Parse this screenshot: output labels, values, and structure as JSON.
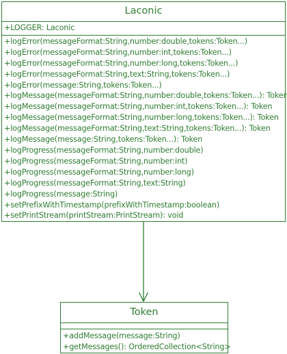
{
  "classes": {
    "laconic": {
      "name": "Laconic",
      "attributes": [
        "+LOGGER: Laconic"
      ],
      "operations": [
        "+logError(messageFormat:String,number:double,tokens:Token...)",
        "+logError(messageFormat:String,number:int,tokens:Token...)",
        "+logError(messageFormat:String,number:long,tokens:Token...)",
        "+logError(messageFormat:String,text:String,tokens:Token...)",
        "+logError(message:String,tokens:Token...)",
        "+logMessage(messageFormat:String,number:double,tokens:Token...): Token",
        "+logMessage(messageFormat:String,number:int,tokens:Token...): Token",
        "+logMessage(messageFormat:String,number:long,tokens:Token...): Token",
        "+logMessage(messageFormat:String,text:String,tokens:Token...): Token",
        "+logMessage(message:String,tokens:Token...): Token",
        "+logProgress(messageFormat:String,number:double)",
        "+logProgress(messageFormat:String,number:int)",
        "+logProgress(messageFormat:String,number:long)",
        "+logProgress(messageFormat:String,text:String)",
        "+logProgress(message:String)",
        "+setPrefixWithTimestamp(prefixWithTimestamp:boolean)",
        "+setPrintStream(printStream:PrintStream): void"
      ]
    },
    "token": {
      "name": "Token",
      "attributes": [],
      "operations": [
        "+addMessage(message:String)",
        "+getMessages(): OrderedCollection<String>"
      ]
    }
  },
  "colors": {
    "stroke": "#2e7d32",
    "text": "#2e7d32",
    "background": "#ffffff"
  }
}
